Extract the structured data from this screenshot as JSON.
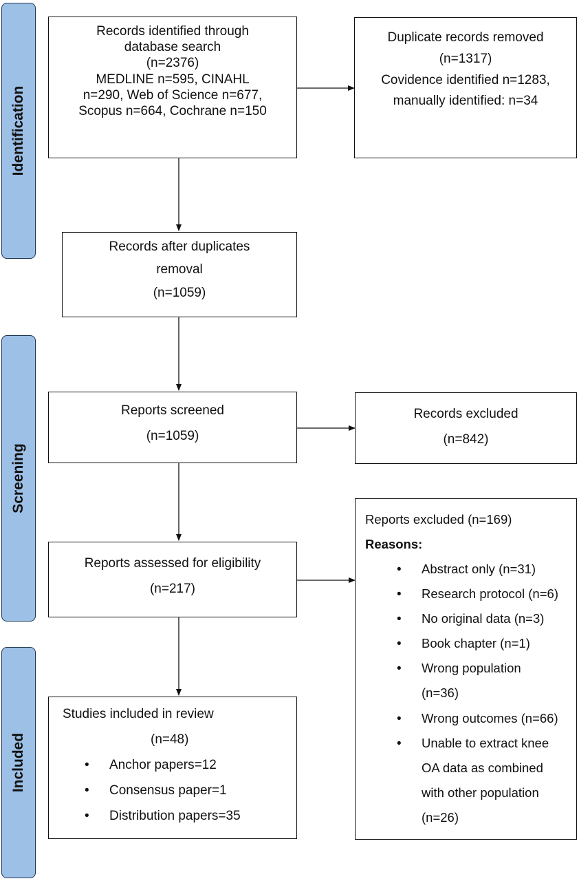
{
  "phases": {
    "identification": "Identification",
    "screening": "Screening",
    "included": "Included"
  },
  "identified": {
    "lines": [
      "Records identified through",
      "database search",
      "(n=2376)",
      "MEDLINE n=595, CINAHL",
      "n=290, Web of Science n=677,",
      "Scopus n=664, Cochrane n=150"
    ]
  },
  "duplicates": {
    "lines": [
      "Duplicate records removed",
      "(n=1317)",
      "Covidence identified n=1283,",
      "manually identified: n=34"
    ]
  },
  "after_duplicates": {
    "lines": [
      "Records after duplicates",
      "removal",
      "(n=1059)"
    ]
  },
  "screened": {
    "lines": [
      "Reports screened",
      "(n=1059)"
    ]
  },
  "records_excluded": {
    "lines": [
      "Records excluded",
      "(n=842)"
    ]
  },
  "eligibility": {
    "lines": [
      "Reports assessed for eligibility",
      "(n=217)"
    ]
  },
  "reports_excluded": {
    "title": "Reports excluded (n=169)",
    "reasons_label": "Reasons:",
    "reasons": [
      [
        "Abstract only (n=31)"
      ],
      [
        "Research protocol (n=6)"
      ],
      [
        "No original data (n=3)"
      ],
      [
        "Book chapter (n=1)"
      ],
      [
        "Wrong population",
        "(n=36)"
      ],
      [
        "Wrong outcomes (n=66)"
      ],
      [
        "Unable to extract knee",
        "OA data as combined",
        "with other population",
        "(n=26)"
      ]
    ]
  },
  "included": {
    "lines": [
      "Studies included in review",
      "(n=48)"
    ],
    "items": [
      "Anchor papers=12",
      "Consensus paper=1",
      "Distribution papers=35"
    ]
  },
  "colors": {
    "phase_fill": "#9dc0e6",
    "phase_border": "#1f3550",
    "box_border": "#111111"
  }
}
